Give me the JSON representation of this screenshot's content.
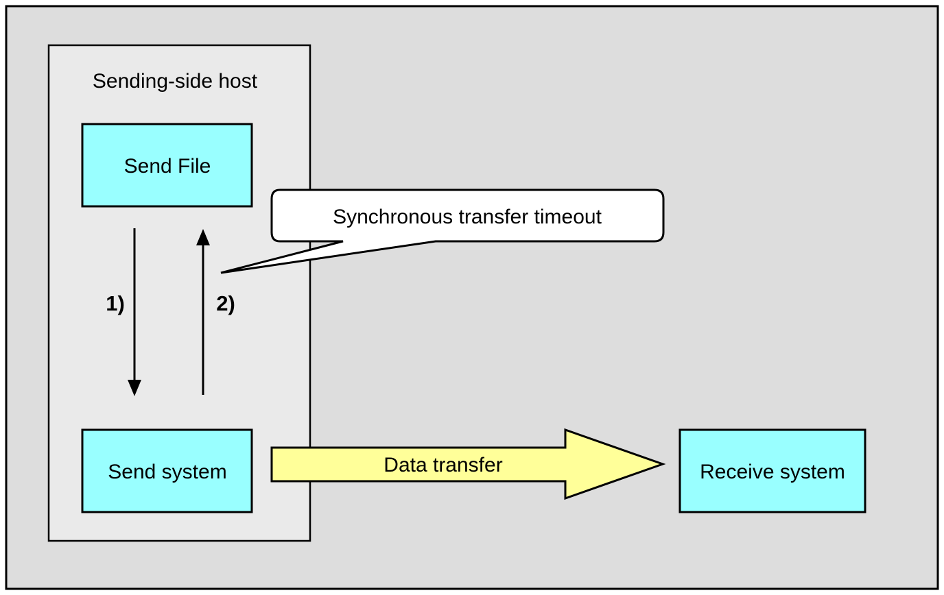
{
  "diagram": {
    "host_label": "Sending-side host",
    "send_file": "Send File",
    "send_system": "Send system",
    "receive_system": "Receive system",
    "step1": "1)",
    "step2": "2)",
    "callout": "Synchronous transfer timeout",
    "data_transfer": "Data transfer"
  },
  "colors": {
    "background": "#dddddd",
    "host_fill": "#eaeaea",
    "box_fill": "#99ffff",
    "arrow_fill": "#ffff99",
    "callout_fill": "#ffffff",
    "line": "#000000"
  }
}
